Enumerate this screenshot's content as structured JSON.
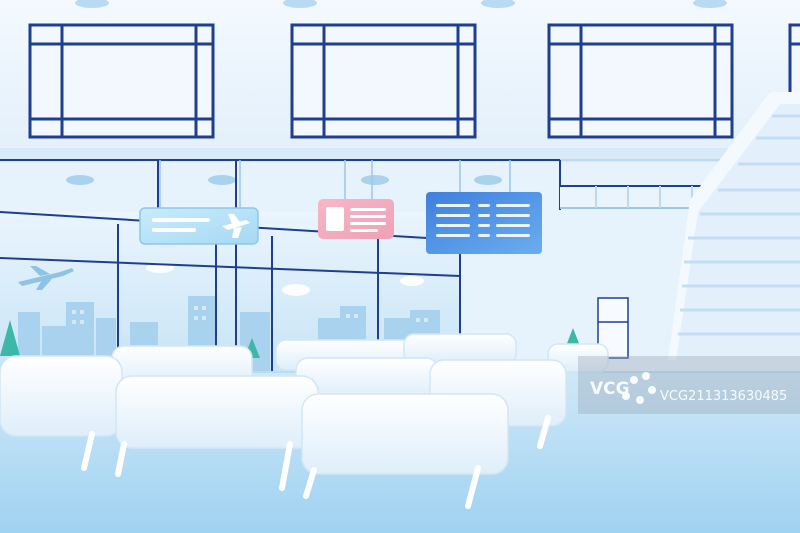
{
  "scene": {
    "description_tags": [
      "airport-waiting-hall",
      "flat-illustration"
    ],
    "colors": {
      "wall": "#eef6fd",
      "frame": "#1e3f8f",
      "floor": "#a9d7f3",
      "sky": "#d6ecfa",
      "bench": "#f7fbff",
      "accent_blue": "#4a90e2",
      "accent_pink": "#f4a4b8",
      "accent_cyan": "#bfe4f7",
      "plant": "#3cb7a8"
    },
    "signs": [
      {
        "icon": "airplane-icon",
        "color": "#bfe4f7"
      },
      {
        "icon": "info-list-icon",
        "color": "#f4a4b8"
      },
      {
        "icon": "flight-board-icon",
        "color": "#4a90e2"
      }
    ]
  },
  "watermark": {
    "logo_text": "VCG",
    "id_text": "VCG211313630485"
  }
}
